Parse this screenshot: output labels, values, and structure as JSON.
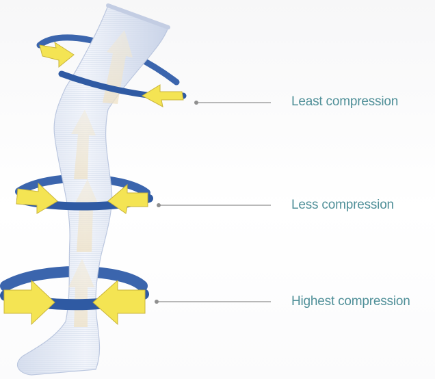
{
  "labels": {
    "least": "Least compression",
    "less": "Less compression",
    "highest": "Highest compression"
  },
  "colors": {
    "label_text": "#4f8f98",
    "band_blue": "#3b65ad",
    "arrow_yellow": "#f4e453",
    "stocking": "#e6ecf7",
    "leader_line": "#8f8f8f"
  }
}
